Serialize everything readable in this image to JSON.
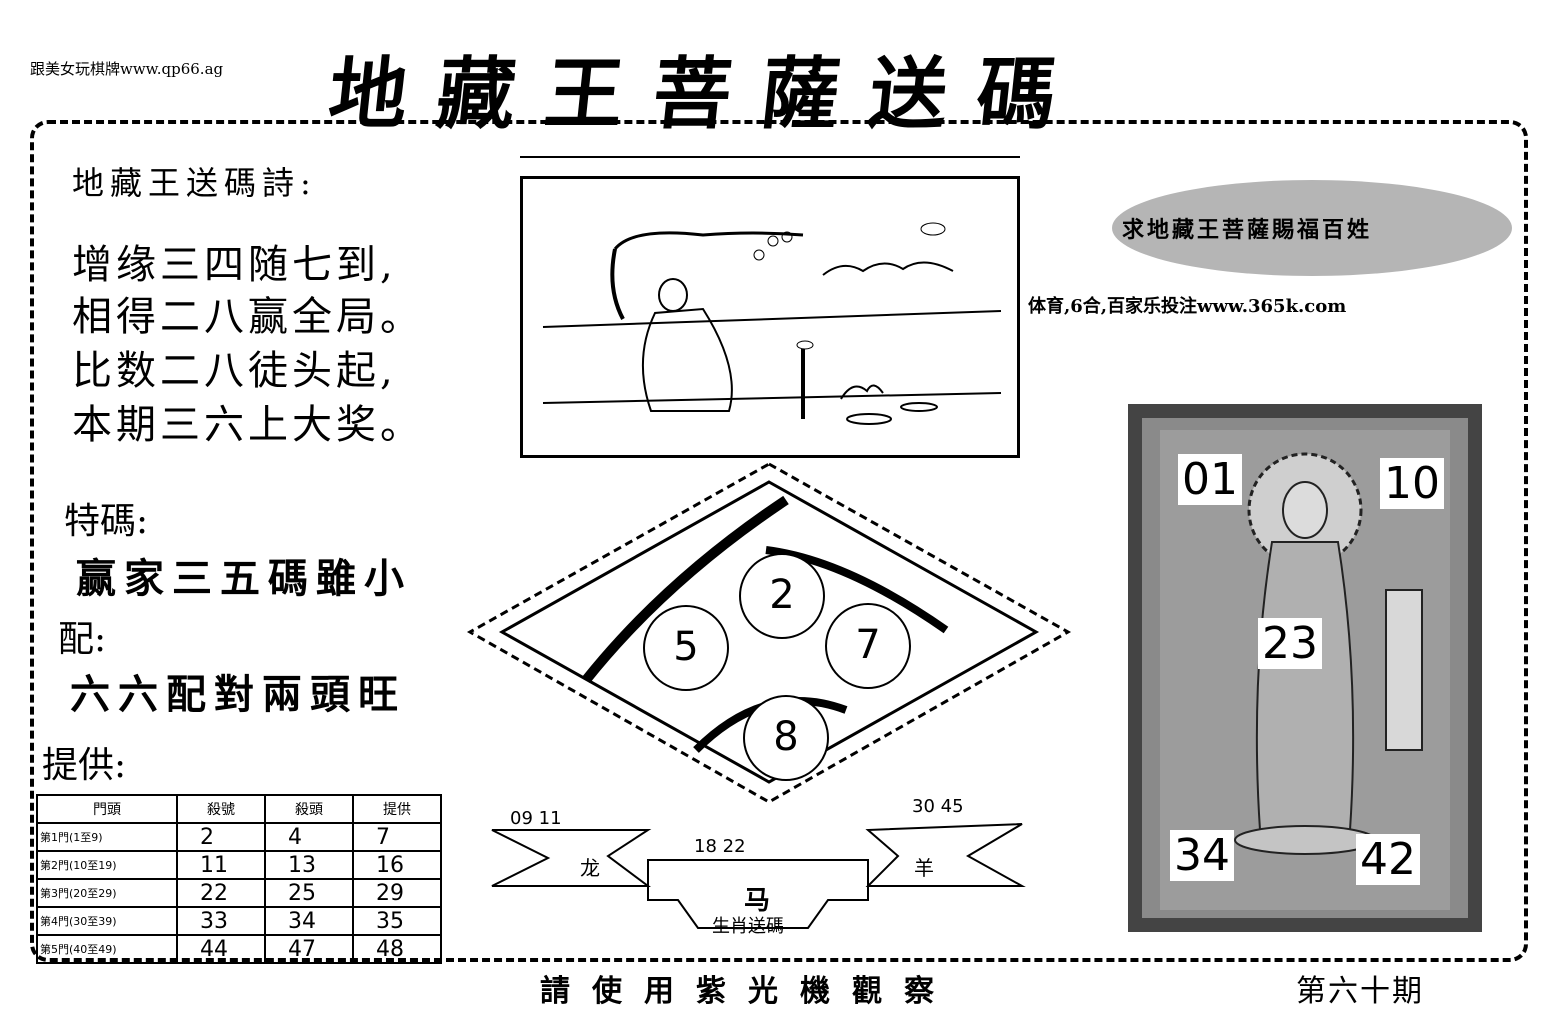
{
  "header": {
    "top_left_ad": "跟美女玩棋牌www.qp66.ag",
    "title": "地藏王菩薩送碼"
  },
  "poem": {
    "heading": "地藏王送碼詩:",
    "lines": [
      "增缘三四随七到,",
      "相得二八赢全局。",
      "比数二八徒头起,",
      "本期三六上大奖。"
    ]
  },
  "special": {
    "label": "特碼:",
    "text": "赢家三五碼雖小"
  },
  "pair": {
    "label": "配:",
    "text": "六六配對兩頭旺"
  },
  "provide": {
    "label": "提供:"
  },
  "table": {
    "headers": [
      "門頭",
      "殺號",
      "殺頭",
      "提供"
    ],
    "rows": [
      {
        "door": "第1門(1至9)",
        "values": [
          "2",
          "4",
          "7"
        ]
      },
      {
        "door": "第2門(10至19)",
        "values": [
          "11",
          "13",
          "16"
        ]
      },
      {
        "door": "第3門(20至29)",
        "values": [
          "22",
          "25",
          "29"
        ]
      },
      {
        "door": "第4門(30至39)",
        "values": [
          "33",
          "34",
          "35"
        ]
      },
      {
        "door": "第5門(40至49)",
        "values": [
          "44",
          "47",
          "48"
        ]
      }
    ]
  },
  "banner": {
    "text": "求地藏王菩薩賜福百姓",
    "sports": "体育,6合,百家乐投注www.365k.com"
  },
  "diamond": {
    "numbers": [
      "2",
      "5",
      "7",
      "8"
    ]
  },
  "zodiac": {
    "left_nums": "09 11",
    "center_nums": "18 22",
    "right_nums": "30 45",
    "left_animal": "龙",
    "right_animal": "羊",
    "center_animal": "马",
    "ribbon_label": "生肖送碼"
  },
  "card": {
    "numbers": [
      "01",
      "10",
      "23",
      "34",
      "42"
    ]
  },
  "footer": {
    "note": "請使用紫光機觀察",
    "issue": "第六十期"
  }
}
